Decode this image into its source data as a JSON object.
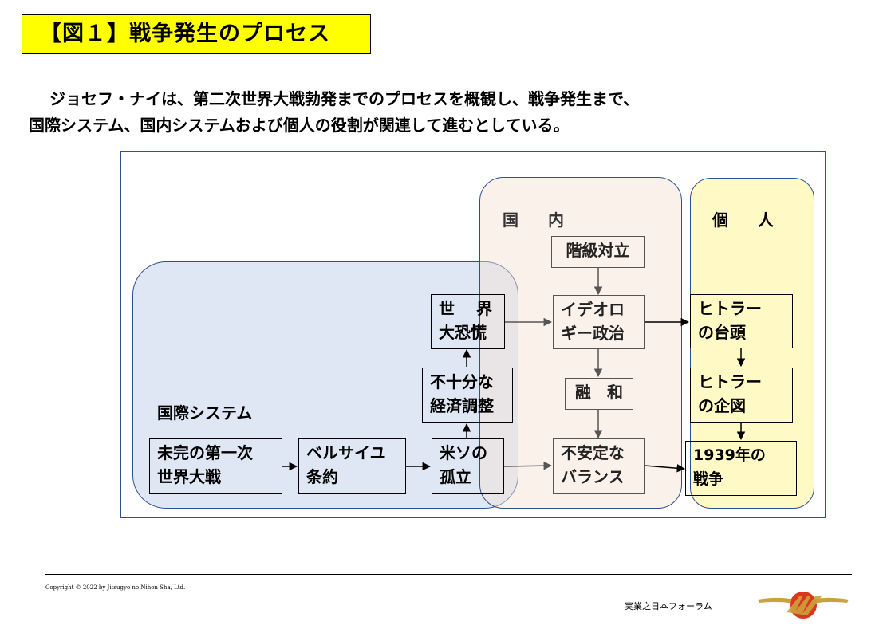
{
  "title": "【図１】戦争発生のプロセス",
  "intro": {
    "line1": "ジョセフ・ナイは、第二次世界大戦勃発までのプロセスを概観し、戦争発生まで、",
    "line2": "国際システム、国内システムおよび個人の役割が関連して進むとしている。"
  },
  "diagram": {
    "regions": {
      "international": "国際システム",
      "domestic": "国 内",
      "individual": "個 人"
    },
    "nodes": {
      "wwi_unfinished": "未完の第一次\n世界大戦",
      "versailles": "ベルサイユ\n条約",
      "us_soviet_isolation": "米ソの\n孤立",
      "insufficient_econ": "不十分な\n経済調整",
      "great_depression": "世　 界\n大恐慌",
      "class_conflict": "階級対立",
      "ideology_politics": "イデオロ\nギー政治",
      "appeasement": "融　和",
      "unstable_balance": "不安定な\nバランス",
      "hitler_rise": "ヒトラー\nの台頭",
      "hitler_plan": "ヒトラー\nの企図",
      "war_1939": "1939年の\n戦争"
    }
  },
  "footer": {
    "copyright": "Copyright © 2022 by Jitsugyo no Nihon Sha, Ltd.",
    "brand": "実業之日本フォーラム",
    "logo_icon": "jnf-winged-logo"
  },
  "colors": {
    "title_bg": "#ffff00",
    "international_bg": "#b8cae6",
    "domestic_bg": "#f6dfd2",
    "individual_bg": "#fff7b2",
    "frame_border": "#2f4f8f"
  }
}
